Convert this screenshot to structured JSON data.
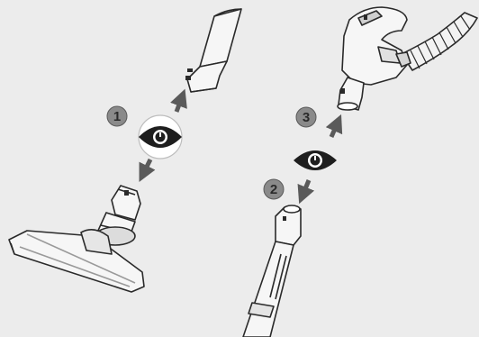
{
  "diagram": {
    "panels": [
      {
        "side": "left",
        "steps": [
          {
            "number": "1",
            "icon": "eye-icon",
            "arrows": [
              "up-arrow-icon",
              "down-arrow-icon"
            ]
          }
        ],
        "parts": [
          "extension-tube",
          "floor-nozzle"
        ]
      },
      {
        "side": "right",
        "steps": [
          {
            "number": "2",
            "icon": "down-arrow-icon"
          },
          {
            "number": "3",
            "icon": "eye-icon",
            "arrows": [
              "up-arrow-icon"
            ]
          }
        ],
        "parts": [
          "hose-handle",
          "extension-tube"
        ]
      }
    ],
    "colors": {
      "background": "#ececec",
      "outline": "#2a2a2a",
      "arrow": "#5a5a5a",
      "badge": "#8a8a8a",
      "part_fill": "#f6f6f6"
    }
  }
}
